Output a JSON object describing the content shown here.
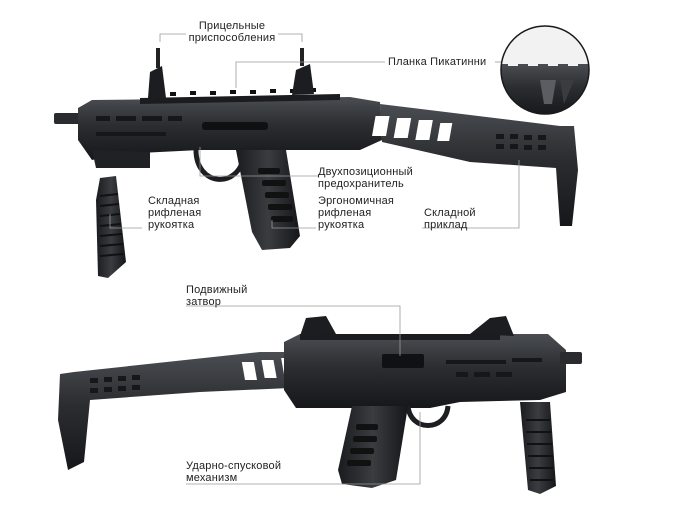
{
  "labels": {
    "sights": "Прицельные\nприспособления",
    "picatinny": "Планка Пикатинни",
    "safety": "Двухпозиционный\nпредохранитель",
    "front_grip": "Складная\nрифленая\nрукоятка",
    "pistol_grip": "Эргономичная\nрифленая\nрукоятка",
    "stock": "Складной\nприклад",
    "bolt": "Подвижный\nзатвор",
    "trigger": "Ударно-спусковой\nмеханизм"
  },
  "colors": {
    "body": "#2b2d30",
    "body_dark": "#16171a",
    "body_light": "#4a4d52",
    "leader": "#9a9a9a",
    "text": "#222222"
  },
  "icons": [
    "magnifier-circle-icon"
  ]
}
